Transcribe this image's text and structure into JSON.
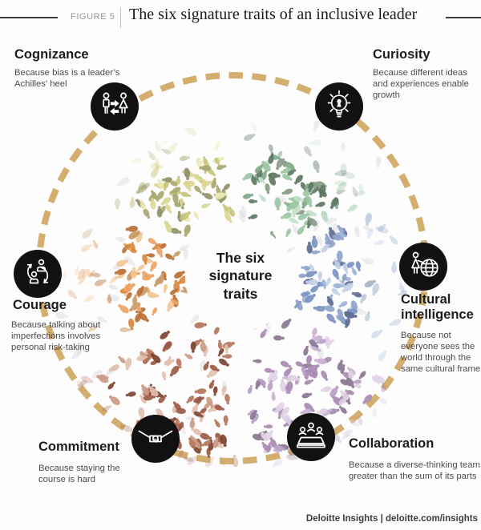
{
  "header": {
    "figure_label": "FIGURE 5",
    "title": "The six signature traits of an inclusive leader"
  },
  "center": {
    "lines": [
      "The six",
      "signature",
      "traits"
    ]
  },
  "traits": [
    {
      "name": "Cognizance",
      "description": "Because bias is a leader’s Achilles' heel",
      "icon": "people-exchange-icon"
    },
    {
      "name": "Curiosity",
      "description": "Because different ideas and experiences enable growth",
      "icon": "lightbulb-icon"
    },
    {
      "name": "Courage",
      "description": "Because talking about imperfections involves personal risk-taking",
      "icon": "cycle-people-icon"
    },
    {
      "name": "Cultural intelligence",
      "description": "Because not everyone sees the world through the same cultural frame",
      "icon": "person-globe-icon"
    },
    {
      "name": "Commitment",
      "description": "Because staying the course is hard",
      "icon": "handshake-icon"
    },
    {
      "name": "Collaboration",
      "description": "Because a diverse-thinking team is greater than the sum of its parts",
      "icon": "meeting-table-icon"
    }
  ],
  "footer": {
    "credit": "Deloitte Insights | deloitte.com/insights"
  },
  "colors": {
    "dash_gold": "#d4ae6e",
    "icon_bg": "#111111",
    "title_text": "#1b1b1b",
    "figure_label_gray": "#979797",
    "desc_gray": "#4c4c4c"
  },
  "crowd": {
    "ghost": "#c3c3ca",
    "wedges": [
      {
        "name": "green",
        "shades": [
          "#c2e0c8",
          "#9cc6a4",
          "#7fa988",
          "#5f7864",
          "#8d9b8a"
        ]
      },
      {
        "name": "blue",
        "shades": [
          "#c3d2e8",
          "#9db4d8",
          "#7b93c3",
          "#5f6f94",
          "#8fa3c9"
        ]
      },
      {
        "name": "purple",
        "shades": [
          "#e0d3e5",
          "#c9b2d2",
          "#a98bb3",
          "#8a7790",
          "#b89fc4"
        ]
      },
      {
        "name": "red-brown",
        "shades": [
          "#e2c0ae",
          "#c99b85",
          "#b5765c",
          "#9c5b45",
          "#7e4433"
        ]
      },
      {
        "name": "orange",
        "shades": [
          "#f4c795",
          "#eda566",
          "#d8893f",
          "#b96f33",
          "#c99b6a"
        ]
      },
      {
        "name": "yellow",
        "shades": [
          "#eeeab8",
          "#ddd795",
          "#c8c47e",
          "#a9a871",
          "#8f9267"
        ]
      }
    ]
  }
}
